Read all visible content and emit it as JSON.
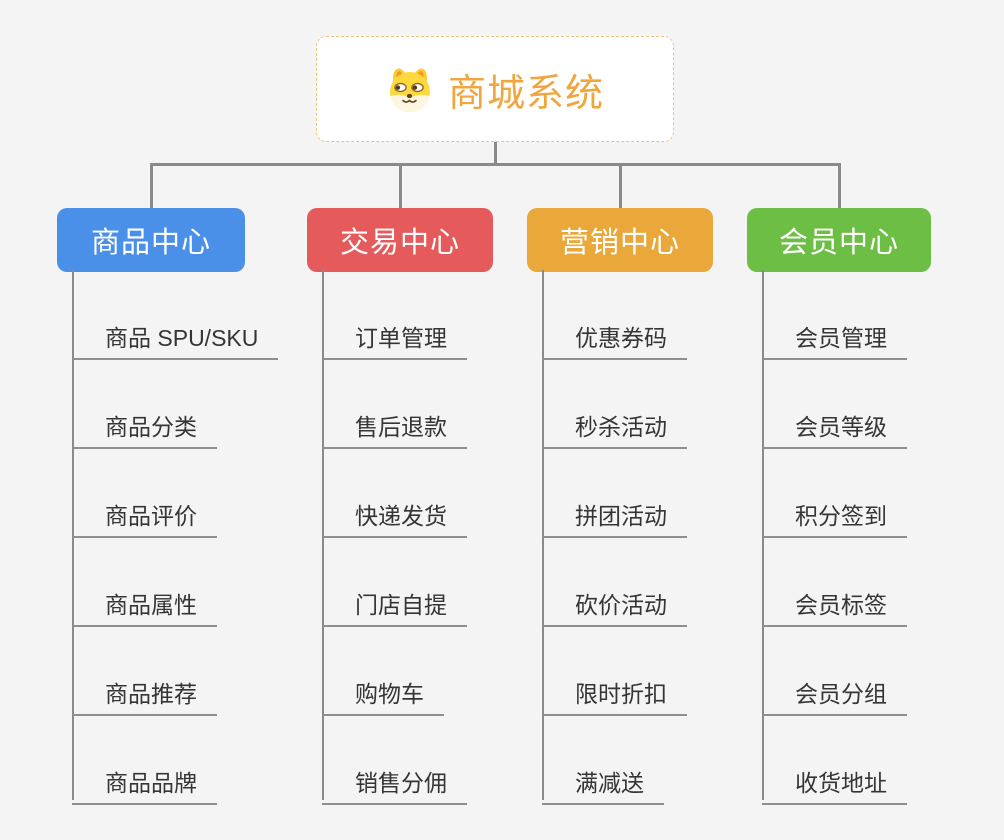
{
  "background_color": "#F4F4F5",
  "connector_color": "#8A8A8A",
  "leaf_text_color": "#353535",
  "root": {
    "title": "商城系统",
    "icon": "dog-face-icon",
    "text_color": "#F0A63F",
    "border_color": "#F2C179",
    "fill_color": "#FFFFFF"
  },
  "branches": [
    {
      "label": "商品中心",
      "color": "#4B90E8",
      "children": [
        "商品 SPU/SKU",
        "商品分类",
        "商品评价",
        "商品属性",
        "商品推荐",
        "商品品牌"
      ]
    },
    {
      "label": "交易中心",
      "color": "#E55B5B",
      "children": [
        "订单管理",
        "售后退款",
        "快递发货",
        "门店自提",
        "购物车",
        "销售分佣"
      ]
    },
    {
      "label": "营销中心",
      "color": "#EAA83B",
      "children": [
        "优惠券码",
        "秒杀活动",
        "拼团活动",
        "砍价活动",
        "限时折扣",
        "满减送"
      ]
    },
    {
      "label": "会员中心",
      "color": "#6DBE45",
      "children": [
        "会员管理",
        "会员等级",
        "积分签到",
        "会员标签",
        "会员分组",
        "收货地址"
      ]
    }
  ]
}
